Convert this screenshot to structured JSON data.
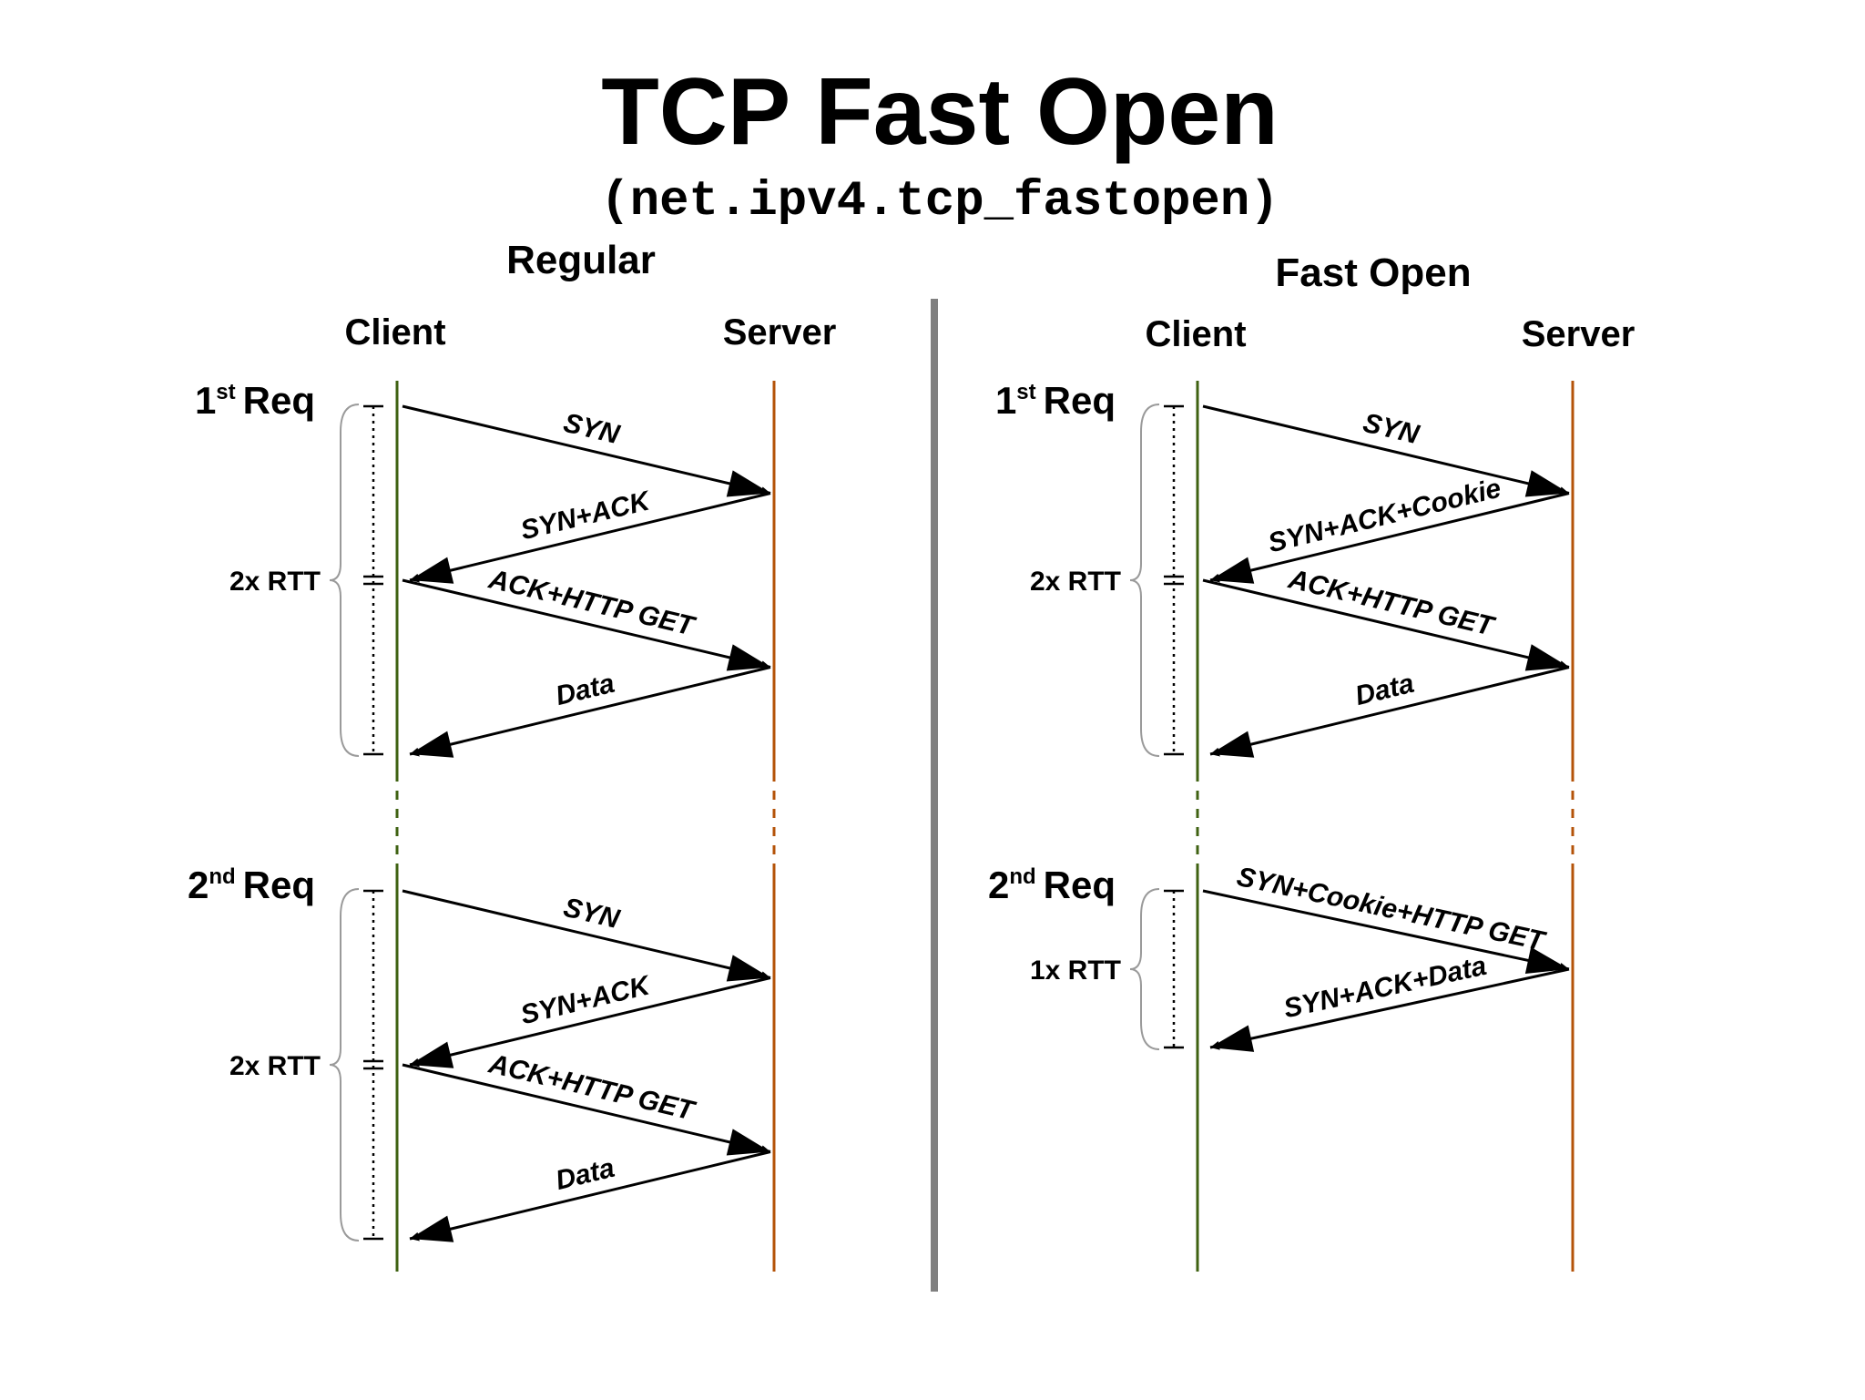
{
  "title": "TCP Fast Open",
  "subtitle": "(net.ipv4.tcp_fastopen)",
  "colors": {
    "client_line": "#3f6212",
    "server_line": "#b45309",
    "divider": "#808080",
    "arrow": "#000000",
    "brace": "#9a9a9a"
  },
  "panels": [
    {
      "heading": "Regular",
      "client_label": "Client",
      "server_label": "Server",
      "requests": [
        {
          "label_num": "1",
          "label_sup": "st",
          "label_word": "Req",
          "rtt_label": "2x RTT",
          "messages": [
            {
              "label": "SYN",
              "direction": "to-server"
            },
            {
              "label": "SYN+ACK",
              "direction": "to-client"
            },
            {
              "label": "ACK+HTTP GET",
              "direction": "to-server"
            },
            {
              "label": "Data",
              "direction": "to-client"
            }
          ]
        },
        {
          "label_num": "2",
          "label_sup": "nd",
          "label_word": "Req",
          "rtt_label": "2x RTT",
          "messages": [
            {
              "label": "SYN",
              "direction": "to-server"
            },
            {
              "label": "SYN+ACK",
              "direction": "to-client"
            },
            {
              "label": "ACK+HTTP GET",
              "direction": "to-server"
            },
            {
              "label": "Data",
              "direction": "to-client"
            }
          ]
        }
      ]
    },
    {
      "heading": "Fast Open",
      "client_label": "Client",
      "server_label": "Server",
      "requests": [
        {
          "label_num": "1",
          "label_sup": "st",
          "label_word": "Req",
          "rtt_label": "2x RTT",
          "messages": [
            {
              "label": "SYN",
              "direction": "to-server"
            },
            {
              "label": "SYN+ACK+Cookie",
              "direction": "to-client"
            },
            {
              "label": "ACK+HTTP GET",
              "direction": "to-server"
            },
            {
              "label": "Data",
              "direction": "to-client"
            }
          ]
        },
        {
          "label_num": "2",
          "label_sup": "nd",
          "label_word": "Req",
          "rtt_label": "1x RTT",
          "messages": [
            {
              "label": "SYN+Cookie+HTTP GET",
              "direction": "to-server"
            },
            {
              "label": "SYN+ACK+Data",
              "direction": "to-client"
            }
          ]
        }
      ]
    }
  ]
}
